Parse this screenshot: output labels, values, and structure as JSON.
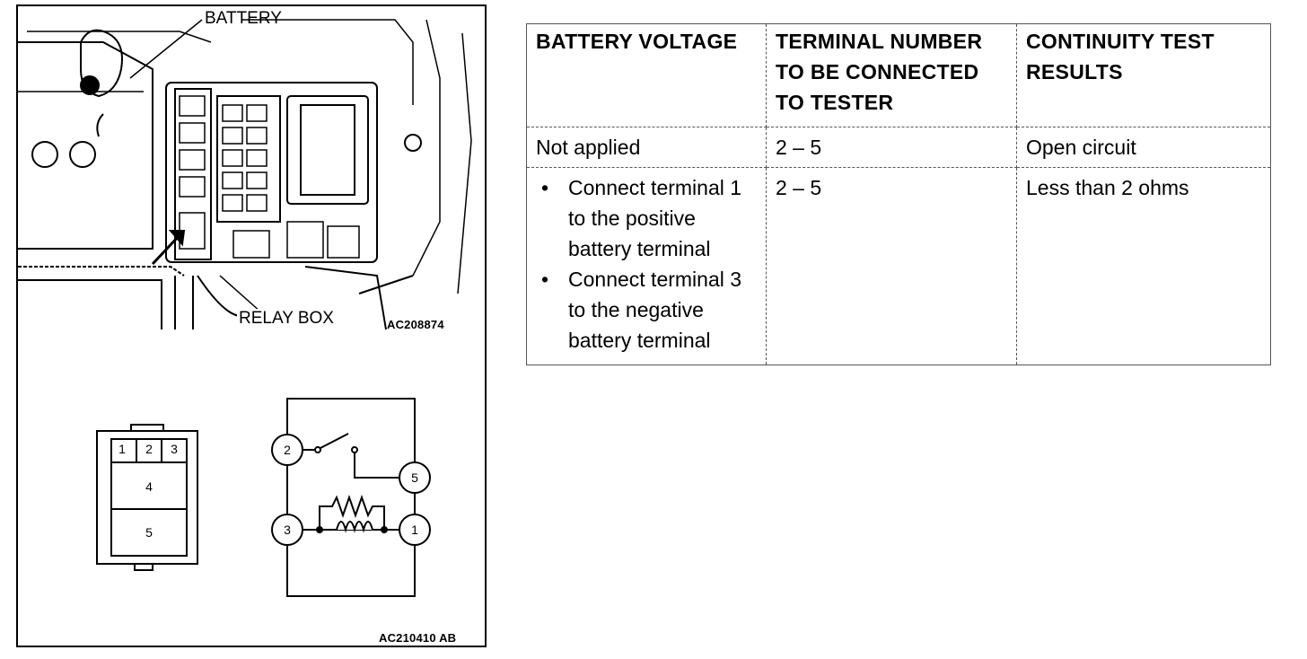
{
  "figure": {
    "battery_label": "BATTERY",
    "relay_box_label": "RELAY BOX",
    "photo_code": "AC208874",
    "diagram_code": "AC210410 AB",
    "connector_pins": [
      "1",
      "2",
      "3",
      "4",
      "5"
    ],
    "schematic_pins": [
      "2",
      "5",
      "3",
      "1"
    ]
  },
  "table": {
    "headers": [
      "BATTERY VOLTAGE",
      "TERMINAL NUMBER TO BE CONNECTED TO TESTER",
      "CONTINUITY TEST RESULTS"
    ],
    "rows": [
      {
        "voltage": "Not applied",
        "terminals": "2 – 5",
        "result": "Open circuit"
      },
      {
        "voltage_steps": [
          "Connect terminal 1 to the positive battery terminal",
          "Connect terminal 3 to the negative battery terminal"
        ],
        "terminals": "2 – 5",
        "result": "Less than 2 ohms"
      }
    ]
  }
}
